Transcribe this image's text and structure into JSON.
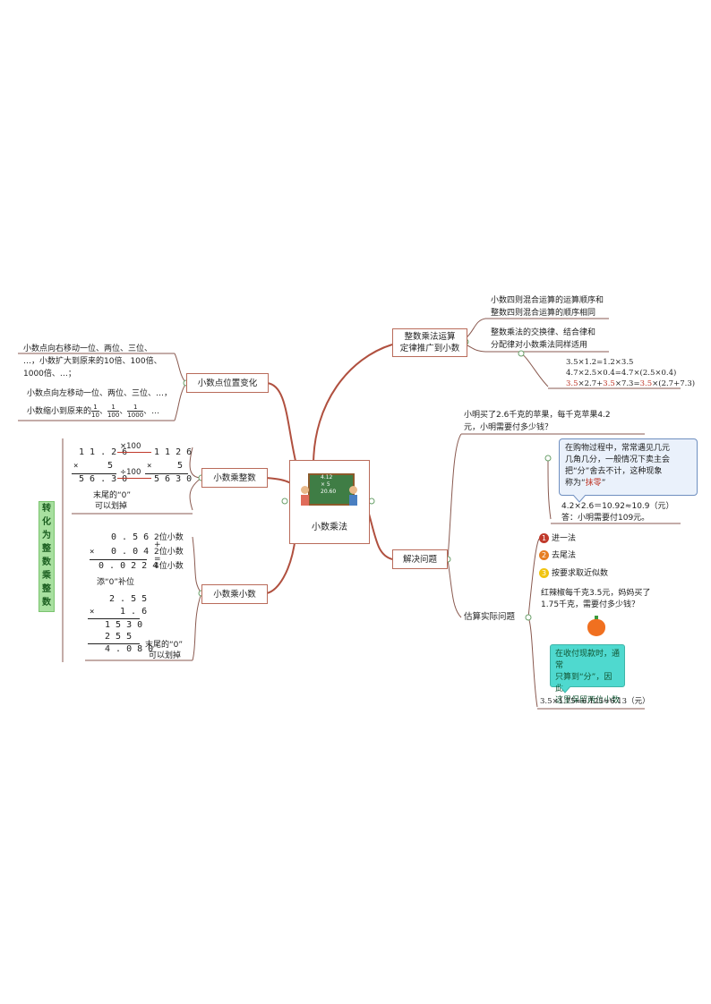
{
  "center": {
    "label": "小数乘法",
    "board_lines": [
      "4.12",
      "×   5",
      "20.60"
    ]
  },
  "nodes": {
    "zhengshu_yunsuan": "整数乘法运算\n定律推广到小数",
    "jiejue_wenti": "解决问题",
    "xiaoshudian": "小数点位置变化",
    "cheng_zhengshu": "小数乘整数",
    "cheng_xiaoshu": "小数乘小数",
    "guji": "估算实际问题"
  },
  "right_top": {
    "line1": "小数四则混合运算的运算顺序和",
    "line2": "整数四则混合运算的顺序相同",
    "line3": "整数乘法的交换律、结合律和",
    "line4": "分配律对小数乘法同样适用",
    "eq1": "3.5×1.2=1.2×3.5",
    "eq2": "4.7×2.5×0.4=4.7×(2.5×0.4)",
    "eq3_a": "3.5",
    "eq3_b": "×2.7+",
    "eq3_c": "3.5",
    "eq3_d": "×7.3=",
    "eq3_e": "3.5",
    "eq3_f": "×(2.7+7.3)"
  },
  "problem1": {
    "q1": "小明买了2.6千克的苹果，每千克苹果4.2",
    "q2": "元，小明需要付多少钱？",
    "callout1": "在购物过程中，常常遇见几元",
    "callout2": "几角几分，一般情况下卖主会",
    "callout3": "把“分”舍去不计，这种现象",
    "callout4_a": "称为“",
    "callout4_b": "抹零",
    "callout4_c": "”",
    "ans1": "4.2×2.6＝10.92≈10.9（元）",
    "ans2": "答：小明需要付109元。"
  },
  "guji": {
    "opt1": "进一法",
    "opt2": "去尾法",
    "opt3": "按要求取近似数",
    "n1": "1",
    "n2": "2",
    "n3": "3",
    "c1": "#c0392b",
    "c2": "#e67e22",
    "c3": "#f1c40f",
    "q1": "红辣椒每千克3.5元，妈妈买了",
    "q2": "1.75千克，需要付多少钱？",
    "callout1": "在收付现款时，通常",
    "callout2": "只算到“分”，因此",
    "callout3": "这里保留两位小数",
    "ans": "3.5×1.75=6.125≈6.13（元）"
  },
  "left_top": {
    "a1": "小数点向右移动一位、两位、三位、",
    "a2": "…，小数扩大到原来的10倍、100倍、",
    "a3": "1000倍、…；",
    "b1": "小数点向左移动一位、两位、三位、…，",
    "b2": "小数缩小到原来的",
    "f1n": "1",
    "f1d": "10",
    "f2n": "1",
    "f2d": "100",
    "f3n": "1",
    "f3d": "1000",
    "sep": "、",
    "end": "、…"
  },
  "calc1": {
    "a_top": "1 1 . 2 6",
    "a_mul": "×",
    "a_b": "5",
    "a_res": "5 6 . 3 0",
    "x100": "×100",
    "d100": "÷100",
    "b_top": "1 1 2 6",
    "b_mul": "×",
    "b_b": "5",
    "b_res": "5 6 3 0",
    "note1": "末尾的“0”",
    "note2": "可以划掉"
  },
  "vert_label": [
    "转",
    "化",
    "为",
    "整",
    "数",
    "乘",
    "整",
    "数"
  ],
  "calc2": {
    "r1": "0 . 5 6",
    "r2": "0 . 0 4",
    "r3": "0 . 0 2 2 4",
    "mul": "×",
    "l1": "2位小数",
    "plus": "+",
    "l2": "2位小数",
    "eq": "=",
    "l3": "4位小数",
    "add0": "添“0”补位"
  },
  "calc3": {
    "r1": "2 . 5 5",
    "mul": "×",
    "r2": "1 . 6",
    "r3": "1 5 3 0",
    "r4": "2 5 5",
    "r5": "4 . 0 8 0",
    "note1": "末尾的“0”",
    "note2": "可以划掉"
  }
}
